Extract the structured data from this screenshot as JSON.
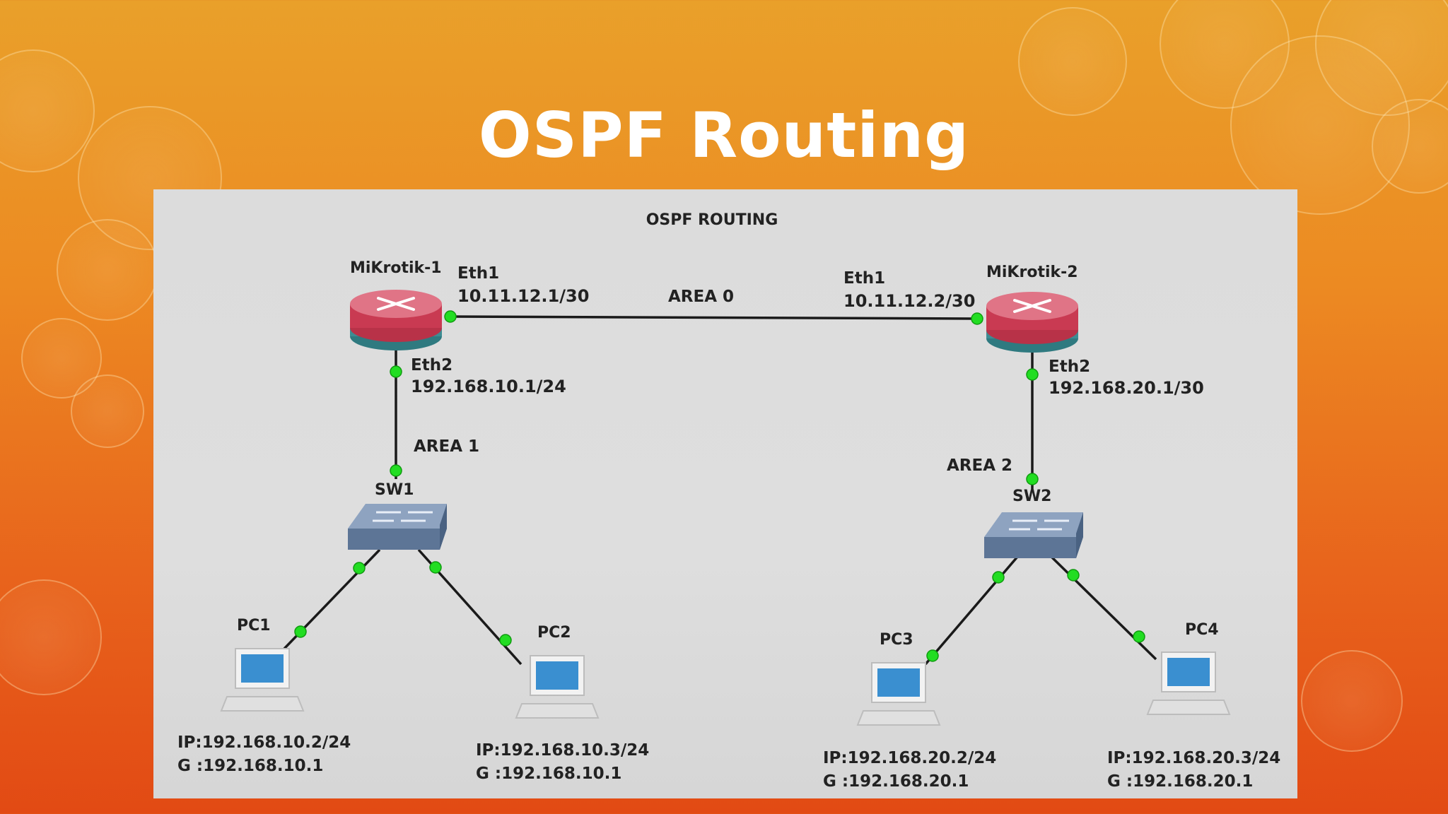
{
  "slide_title": "OSPF Routing",
  "diagram": {
    "heading": "OSPF ROUTING",
    "routers": [
      {
        "name": "MiKrotik-1",
        "eth1_label": "Eth1",
        "eth1_ip": "10.11.12.1/30",
        "eth2_label": "Eth2",
        "eth2_ip": "192.168.10.1/24"
      },
      {
        "name": "MiKrotik-2",
        "eth1_label": "Eth1",
        "eth1_ip": "10.11.12.2/30",
        "eth2_label": "Eth2",
        "eth2_ip": "192.168.20.1/30"
      }
    ],
    "areas": {
      "area0": "AREA 0",
      "area1": "AREA 1",
      "area2": "AREA 2"
    },
    "switches": [
      {
        "name": "SW1"
      },
      {
        "name": "SW2"
      }
    ],
    "pcs": [
      {
        "name": "PC1",
        "ip": "IP:192.168.10.2/24",
        "gw": "G :192.168.10.1"
      },
      {
        "name": "PC2",
        "ip": "IP:192.168.10.3/24",
        "gw": "G :192.168.10.1"
      },
      {
        "name": "PC3",
        "ip": "IP:192.168.20.2/24",
        "gw": "G :192.168.20.1"
      },
      {
        "name": "PC4",
        "ip": "IP:192.168.20.3/24",
        "gw": "G :192.168.20.1"
      }
    ],
    "colors": {
      "link": "#1a1a1a",
      "port": "#22dd22",
      "router_top": "#d9455c",
      "router_base": "#3d8c93",
      "switch": "#7f95b3",
      "screen": "#3a8fd0"
    }
  }
}
